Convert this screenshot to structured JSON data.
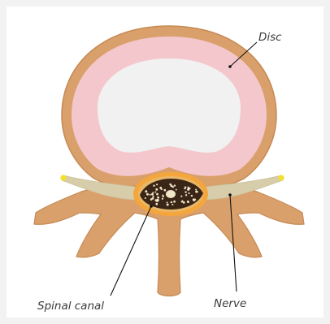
{
  "labels": {
    "disc": "Disc",
    "spinal_canal": "Spinal canal",
    "nerve": "Nerve"
  },
  "colors": {
    "page_background": "#f2f2f2",
    "panel_background": "#ffffff",
    "bone": "#d9a06b",
    "bone_outline": "#c68a55",
    "disc_outer_ring": "#f4c7cd",
    "disc_nucleus": "#f1f1f1",
    "nerve": "#d8cdaa",
    "nerve_tip": "#f2e02a",
    "canal_ring": "#f4a63d",
    "spinal_cord": "#3b2516",
    "cord_speckles": "#f0e6c8",
    "leader_line": "#111111"
  }
}
